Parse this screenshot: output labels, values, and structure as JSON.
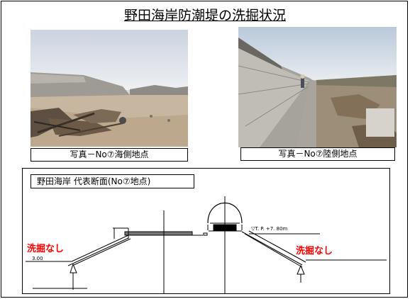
{
  "title": "野田海岸防潮堤の洗掘状況",
  "photos": [
    {
      "caption": "写真－No⑦海側地点"
    },
    {
      "caption": "写真－No⑦陸側地点"
    }
  ],
  "section": {
    "title": "野田海岸  代表断面(No⑦地点)",
    "left_label": "洗掘なし",
    "right_label": "洗掘なし",
    "level_label": "▽T. P. +7. 80m",
    "small_level_label": "3.00"
  }
}
